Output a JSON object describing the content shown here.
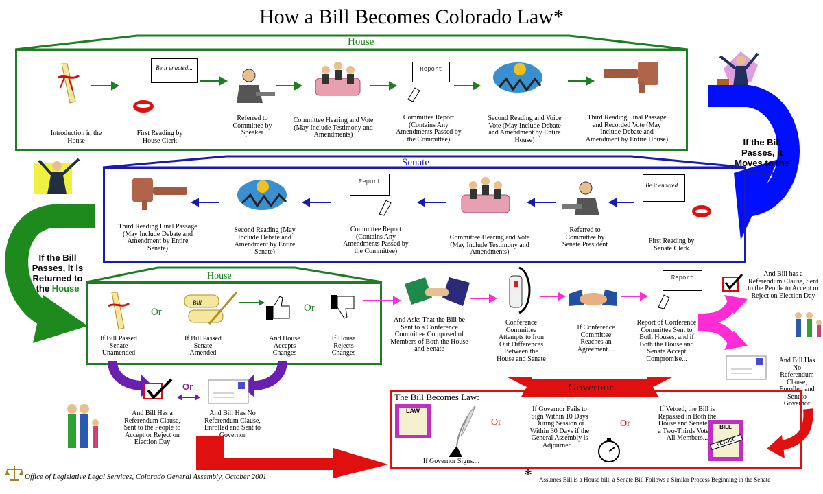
{
  "title": "How a Bill Becomes Colorado Law*",
  "house": {
    "title": "House",
    "steps": [
      "Introduction in the House",
      "First Reading by House Clerk",
      "Referred to Committee by Speaker",
      "Committee Hearing and Vote (May Include Testimony and Amendments)",
      "Committee Report (Contains Any Amendments Passed by the Committee)",
      "Second Reading and Voice Vote (May Include Debate and Amendment by Entire House)",
      "Third Reading Final Passage and Recorded Vote (May Include Debate and Amendment by Entire House)"
    ],
    "bubble": "Be it enacted...",
    "report": "Report"
  },
  "senate": {
    "title": "Senate",
    "steps": [
      "Third Reading Final Passage (May Include Debate and Amendment by Entire Senate)",
      "Second Reading (May Include Debate and Amendment by Entire Senate)",
      "Committee Report (Contains Any Amendments Passed by the Committee)",
      "Committee Hearing and Vote (May Include Testimony and Amendments)",
      "Referred to Committee by Senate President",
      "First Reading by Senate Clerk"
    ],
    "bubble": "Be it enacted...",
    "report": "Report"
  },
  "side_labels": {
    "moves_to_senate_pre": "If the Bill Passes, it Moves to the",
    "moves_to_senate_word": "Senate",
    "returned_pre": "If the Bill Passes, it is Returned to the",
    "returned_word": "House"
  },
  "house2": {
    "title": "House",
    "items": [
      "If Bill Passed Senate Unamended",
      "If Bill Passed Senate Amended",
      "And House Accepts Changes",
      "If House Rejects Changes"
    ],
    "or": "Or",
    "scroll_word": "Bill"
  },
  "conference": {
    "steps": [
      "And Asks That the Bill be Sent to a Conference Committee Composed of Members of Both the House and Senate",
      "Conference Committee Attempts to Iron Out Differences Between the House and Senate",
      "If Conference Committee Reaches an Agreement....",
      "Report of Conference Committee Sent to Both Houses, and if Both the House and Senate Accept Compromise..."
    ],
    "report": "Report"
  },
  "right_branch": {
    "referendum": "And Bill has a Referendum Clause, Sent to the People to Accept or Reject on Election Day",
    "no_referendum": "And Bill Has No Referendum Clause, Enrolled and Sent to Governor"
  },
  "left_branch": {
    "referendum": "And Bill Has a Referendum Clause, Sent to the People to Accept or Reject on Election Day",
    "no_referendum": "And Bill Has No Referendum Clause, Enrolled and Sent to Governor",
    "or": "Or"
  },
  "governor": {
    "title": "Governor",
    "becomes_law": "The Bill Becomes Law:",
    "law_word": "LAW",
    "options": [
      "If Governor Signs....",
      "If Governor Fails to Sign Within 10 Days During Session or Within 30 Days if the General Assembly is Adjourned...",
      "If Vetoed, the Bill is Repassed in Both the House and Senate by a Two-Thirds Vote of All Members..."
    ],
    "or": "Or",
    "bill_word": "BILL",
    "vetoed_word": "VETOED"
  },
  "footer": "Office of Legislative Legal Services, Colorado General Assembly, October 2001",
  "footnote_mark": "*",
  "footnote": "Assumes Bill is a House bill, a Senate Bill Follows a Similar Process Beginning in the Senate",
  "colors": {
    "house_green": "#1e7d22",
    "senate_blue": "#1a1ab0",
    "conference_magenta": "#ff2cd6",
    "governor_red": "#e01010",
    "purple": "#6a1fb0"
  }
}
